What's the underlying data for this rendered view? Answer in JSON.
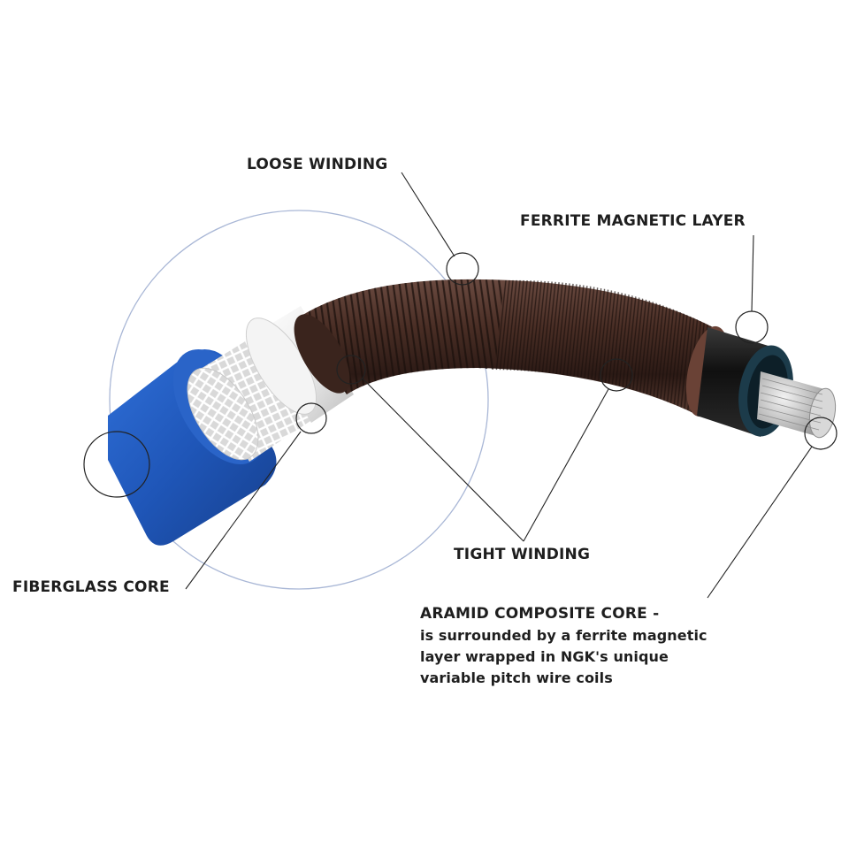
{
  "labels": {
    "loose_winding": "LOOSE WINDING",
    "ferrite_layer": "FERRITE MAGNETIC LAYER",
    "tight_winding": "TIGHT WINDING",
    "fiberglass_core": "FIBERGLASS CORE",
    "aramid_title": "ARAMID COMPOSITE CORE -",
    "aramid_desc": [
      "is surrounded by a ferrite magnetic",
      "layer wrapped in NGK's unique",
      "variable pitch wire coils"
    ]
  },
  "colors": {
    "jacket_blue": "#1f56b8",
    "braid_white": "#eeeeee",
    "winding_brown": "#4a2e25",
    "ferrite_black": "#141414",
    "aramid_silver": "#c8c8c8",
    "guide_circle": "#a9b7d6"
  }
}
